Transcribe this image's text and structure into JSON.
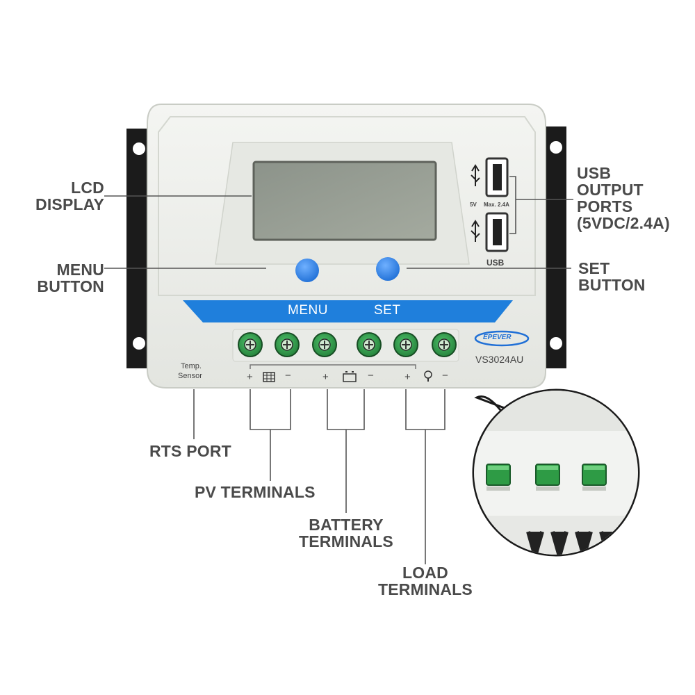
{
  "callouts": {
    "lcd_display": [
      "LCD",
      "DISPLAY"
    ],
    "menu_button": [
      "MENU",
      "BUTTON"
    ],
    "set_button": [
      "SET",
      "BUTTON"
    ],
    "usb_output_ports": [
      "USB",
      "OUTPUT",
      "PORTS",
      "(5VDC/2.4A)"
    ],
    "rts_port": "RTS PORT",
    "pv_terminals": "PV TERMINALS",
    "battery_terminals": [
      "BATTERY",
      "TERMINALS"
    ],
    "load_terminals": [
      "LOAD",
      "TERMINALS"
    ]
  },
  "device": {
    "menu_label": "MENU",
    "set_label": "SET",
    "brand": "EPEVER",
    "model": "VS3024AU",
    "temp_sensor": [
      "Temp.",
      "Sensor"
    ],
    "usb_label": "USB",
    "usb_spec_voltage": "5V",
    "usb_spec_current": "Max. 2.4A",
    "plus": "+",
    "minus": "−",
    "terminal_groups": [
      "pv-panel-icon",
      "battery-icon",
      "bulb-icon"
    ]
  },
  "colors": {
    "housing": "#eef0ec",
    "blue_band": "#1f7fdc",
    "button_blue": "#2f86ea",
    "terminal_green": "#2e9b45",
    "label_gray": "#4a4a4a"
  }
}
